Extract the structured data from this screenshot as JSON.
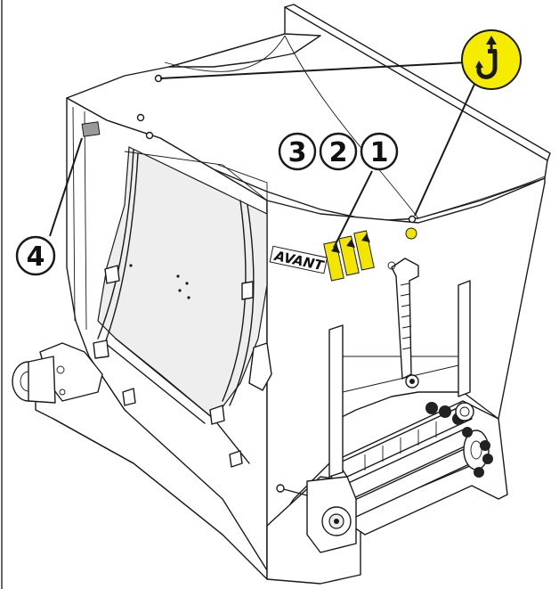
{
  "diagram": {
    "callouts": [
      {
        "id": "c1",
        "label": "1"
      },
      {
        "id": "c2",
        "label": "2"
      },
      {
        "id": "c3",
        "label": "3"
      },
      {
        "id": "c4",
        "label": "4"
      }
    ],
    "brand_text": "AVANT",
    "lifting_point": {
      "icon": "lifting-hook-icon",
      "color": "#f5ec00"
    },
    "decal_color": "#f2e600",
    "line_color": "#1a1a1a"
  }
}
